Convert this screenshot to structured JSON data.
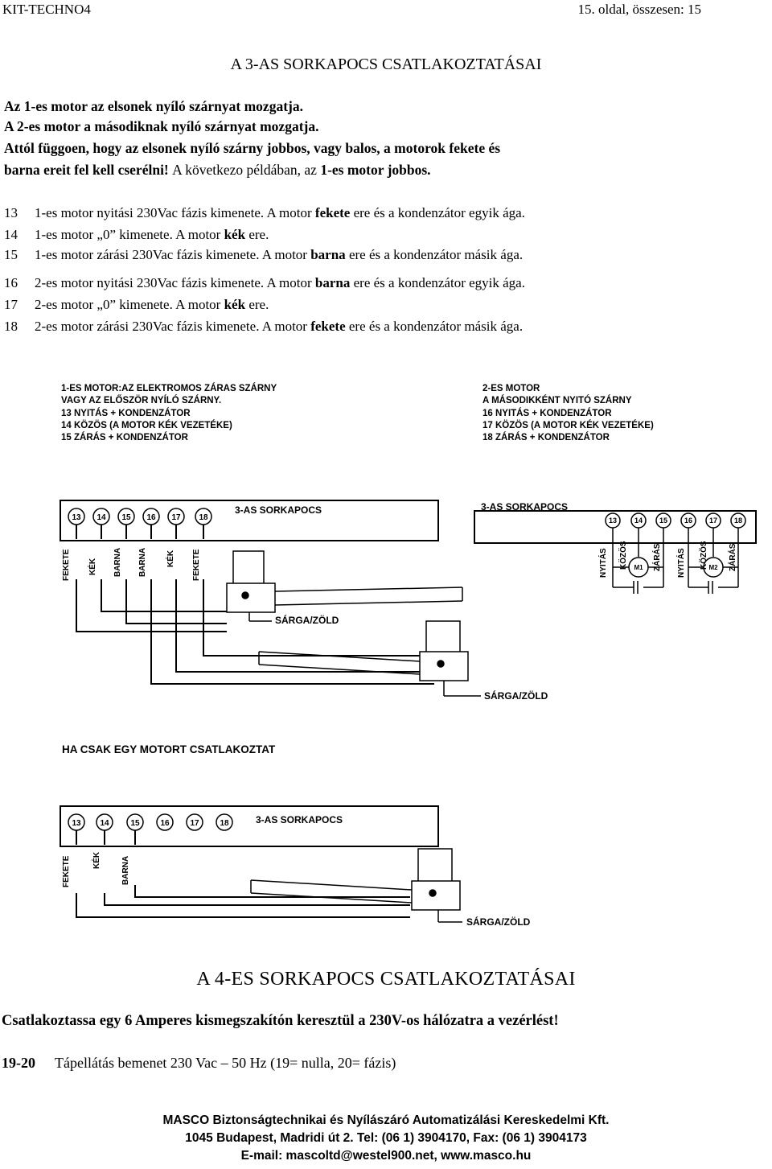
{
  "header": {
    "left": "KIT-TECHNO4",
    "right": "15. oldal, összesen: 15"
  },
  "section1": {
    "title": "A 3-AS SORKAPOCS CSATLAKOZTATÁSAI",
    "paragraph_lines": [
      "Az 1-es motor az elsonek nyíló szárnyat mozgatja.",
      "A 2-es motor a másodiknak nyíló szárnyat mozgatja.",
      "Attól függoen, hogy az elsonek nyíló szárny jobbos, vagy balos, a motorok fekete és",
      "barna ereit fel kell cserélni!"
    ],
    "example_plain": "A következo példában, az",
    "example_bold": "1-es motor jobbos."
  },
  "terminals": [
    {
      "num": "13",
      "pre": "1-es motor nyitási 230Vac fázis kimenete. A motor",
      "bold": "fekete",
      "post": "ere és a kondenzátor egyik ága."
    },
    {
      "num": "14",
      "pre": "1-es motor „0” kimenete. A motor",
      "bold": "kék",
      "post": "ere."
    },
    {
      "num": "15",
      "pre": "1-es motor zárási 230Vac fázis kimenete. A motor",
      "bold": "barna",
      "post": "ere és a kondenzátor másik ága."
    },
    {
      "num": "16",
      "pre": "2-es motor nyitási 230Vac fázis kimenete. A motor",
      "bold": "barna",
      "post": "ere és a kondenzátor egyik ága."
    },
    {
      "num": "17",
      "pre": "2-es motor „0” kimenete. A motor",
      "bold": "kék",
      "post": "ere."
    },
    {
      "num": "18",
      "pre": "2-es motor zárási 230Vac fázis kimenete. A motor",
      "bold": "fekete",
      "post": "ere és a kondenzátor másik ága."
    }
  ],
  "diagram": {
    "motor1_legend": [
      "1-ES MOTOR:AZ ELEKTROMOS ZÁRAS SZÁRNY",
      "VAGY AZ ELŐSZÖR NYÍLÓ SZÁRNY.",
      "13 NYITÁS + KONDENZÁTOR",
      "14 KÖZÖS (A MOTOR KÉK VEZETÉKE)",
      "15 ZÁRÁS + KONDENZÁTOR"
    ],
    "motor2_legend": [
      "2-ES MOTOR",
      "A MÁSODIKKÉNT NYITÓ SZÁRNY",
      "16 NYITÁS + KONDENZÁTOR",
      "17 KÖZÖS (A MOTOR KÉK VEZETÉKE)",
      "18 ZÁRÁS + KONDENZÁTOR"
    ],
    "terminal_block_label": "3-AS SORKAPOCS",
    "terminal_numbers": [
      "13",
      "14",
      "15",
      "16",
      "17",
      "18"
    ],
    "single_motor_terminal_numbers": [
      "13",
      "14",
      "15",
      "16",
      "17",
      "18"
    ],
    "wire_labels_main": [
      "FEKETE",
      "KÉK",
      "BARNA",
      "BARNA",
      "KÉK",
      "FEKETE"
    ],
    "wire_labels_single": [
      "FEKETE",
      "KÉK",
      "BARNA"
    ],
    "schematic_labels": [
      "NYITÁS",
      "KÖZÖS",
      "ZÁRÁS",
      "NYITÁS",
      "KÖZÖS",
      "ZÁRÁS"
    ],
    "motor_symbols": [
      "M1",
      "M2"
    ],
    "ground_label": "SÁRGA/ZÖLD",
    "single_motor_title": "HA CSAK EGY MOTORT CSATLAKOZTAT"
  },
  "section2": {
    "title": "A 4-ES SORKAPOCS CSATLAKOZTATÁSAI",
    "warning": "Csatlakoztassa egy 6 Amperes kismegszakítón keresztül a 230V-os hálózatra a vezérlést!",
    "power_num": "19-20",
    "power_text": "Tápellátás bemenet 230 Vac – 50 Hz (19= nulla, 20= fázis)"
  },
  "footer": {
    "line1": "MASCO Biztonságtechnikai és Nyílászáró Automatizálási Kereskedelmi Kft.",
    "line2": "1045 Budapest, Madridi út 2. Tel: (06 1) 3904170, Fax: (06 1) 3904173",
    "line3": "E-mail: mascoltd@westel900.net, www.masco.hu"
  }
}
